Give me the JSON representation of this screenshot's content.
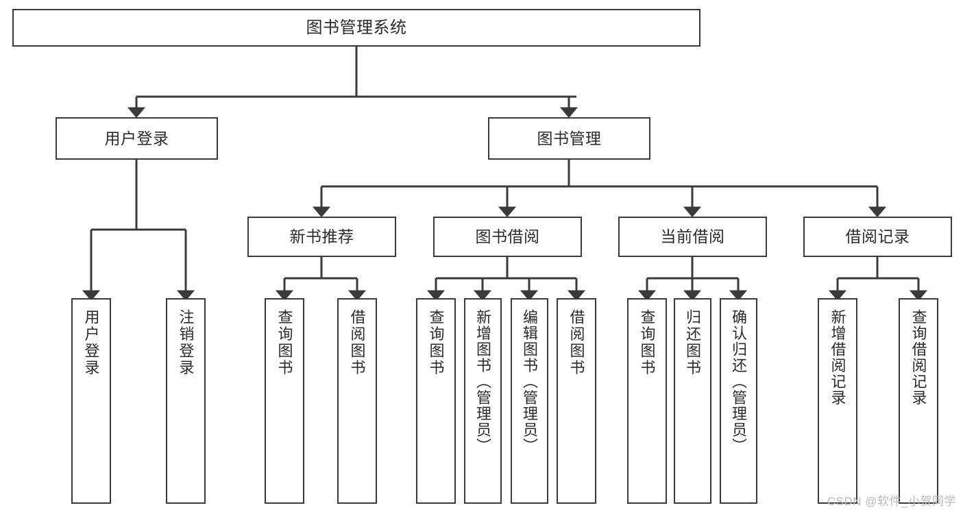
{
  "diagram": {
    "type": "hierarchy-tree",
    "title": "图书管理系统",
    "nodes": {
      "root": {
        "label": "图书管理系统"
      },
      "level1": [
        {
          "label": "用户登录"
        },
        {
          "label": "图书管理"
        }
      ],
      "level2": [
        {
          "label": "新书推荐"
        },
        {
          "label": "图书借阅"
        },
        {
          "label": "当前借阅"
        },
        {
          "label": "借阅记录"
        }
      ],
      "leaves": {
        "user_login": [
          {
            "label": "用户登录"
          },
          {
            "label": "注销登录"
          }
        ],
        "new_book_recommend": [
          {
            "label": "查询图书"
          },
          {
            "label": "借阅图书"
          }
        ],
        "book_borrow": [
          {
            "label": "查询图书"
          },
          {
            "label": "新增图书（管理员）"
          },
          {
            "label": "编辑图书（管理员）"
          },
          {
            "label": "借阅图书"
          }
        ],
        "current_borrow": [
          {
            "label": "查询图书"
          },
          {
            "label": "归还图书"
          },
          {
            "label": "确认归还（管理员）"
          }
        ],
        "borrow_record": [
          {
            "label": "新增借阅记录"
          },
          {
            "label": "查询借阅记录"
          }
        ]
      }
    },
    "colors": {
      "border": "#3a3a3a",
      "text": "#2b2b2b",
      "background": "#ffffff",
      "edge": "#3a3a3a",
      "watermark": "#b9b9b9"
    }
  },
  "watermark": {
    "text": "CSDN @软件_小贺同学"
  }
}
